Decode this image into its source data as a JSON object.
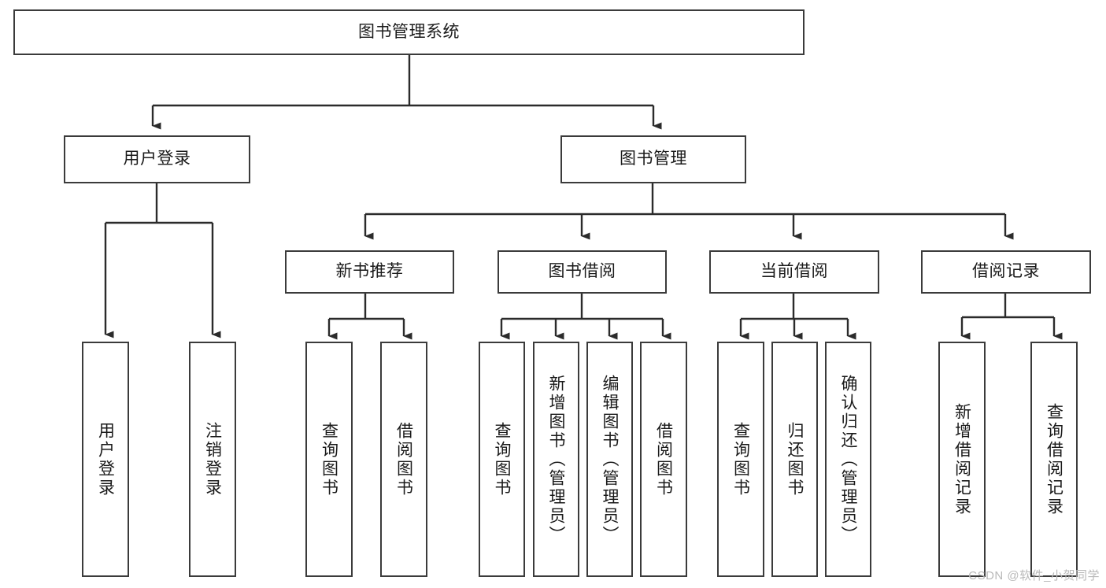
{
  "diagram": {
    "type": "tree",
    "title": "图书管理系统",
    "watermark": "CSDN @软件_小贺同学",
    "colors": {
      "border": "#3b3b3b",
      "background": "#ffffff",
      "text": "#1a1a1a",
      "connector": "#2b2b2b",
      "watermark": "#b9b9b9"
    },
    "root": {
      "label": "图书管理系统"
    },
    "level2": [
      {
        "label": "用户登录"
      },
      {
        "label": "图书管理"
      }
    ],
    "level3": [
      {
        "label": "新书推荐"
      },
      {
        "label": "图书借阅"
      },
      {
        "label": "当前借阅"
      },
      {
        "label": "借阅记录"
      }
    ],
    "leaves": {
      "user_login": [
        {
          "label": "用户登录"
        },
        {
          "label": "注销登录"
        }
      ],
      "new_book_recommend": [
        {
          "label": "查询图书"
        },
        {
          "label": "借阅图书"
        }
      ],
      "book_borrow": [
        {
          "label": "查询图书"
        },
        {
          "label": "新增图书（管理员）"
        },
        {
          "label": "编辑图书（管理员）"
        },
        {
          "label": "借阅图书"
        }
      ],
      "current_borrow": [
        {
          "label": "查询图书"
        },
        {
          "label": "归还图书"
        },
        {
          "label": "确认归还（管理员）"
        }
      ],
      "borrow_record": [
        {
          "label": "新增借阅记录"
        },
        {
          "label": "查询借阅记录"
        }
      ]
    }
  }
}
